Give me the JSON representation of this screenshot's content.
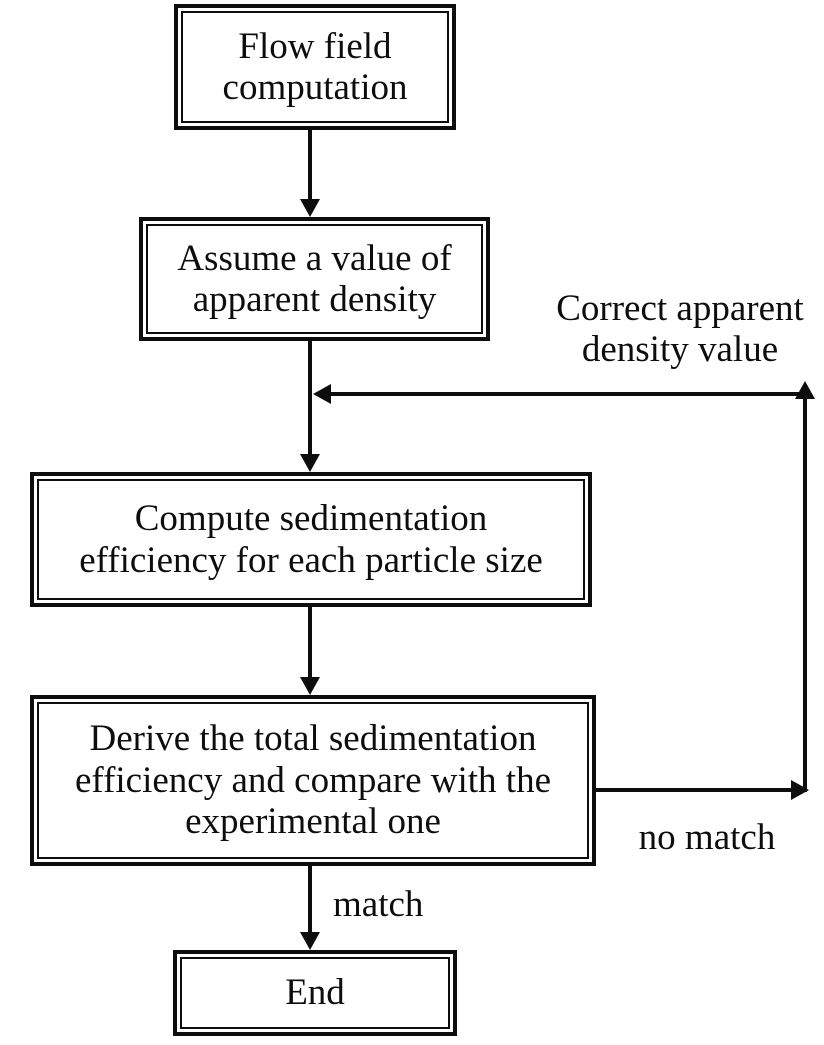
{
  "colors": {
    "line": "#0d0d0d",
    "text": "#0d0d0d",
    "background": "#ffffff"
  },
  "nodes": {
    "flow_field": {
      "label": "Flow field\ncomputation"
    },
    "assume_density": {
      "label": "Assume a value of\napparent density"
    },
    "compute_efficiency": {
      "label": "Compute sedimentation\nefficiency for each particle size"
    },
    "derive_compare": {
      "label": "Derive the total sedimentation\nefficiency and compare with the\nexperimental one"
    },
    "end": {
      "label": "End"
    }
  },
  "edge_labels": {
    "correct_apparent": "Correct apparent\ndensity value",
    "no_match": "no match",
    "match": "match"
  }
}
